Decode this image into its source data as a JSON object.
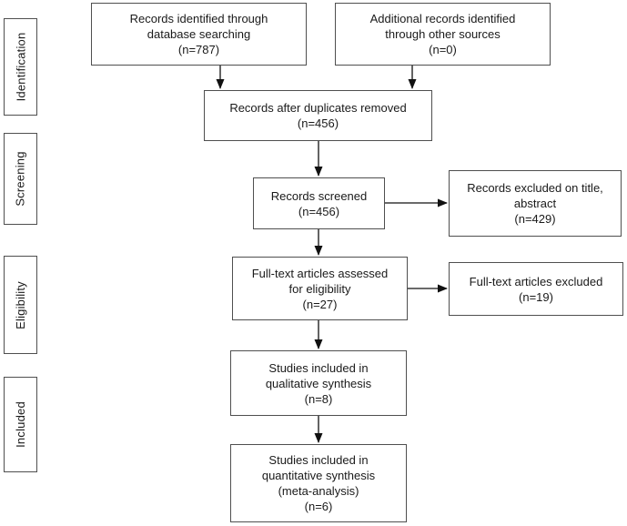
{
  "diagram": {
    "stages": [
      {
        "label": "Identification"
      },
      {
        "label": "Screening"
      },
      {
        "label": "Eligibility"
      },
      {
        "label": "Included"
      }
    ],
    "nodes": {
      "identified": {
        "text": "Records identified through\ndatabase searching\n(n=787)",
        "count": 787
      },
      "additional": {
        "text": "Additional records identified\nthrough other sources\n(n=0)",
        "count": 0
      },
      "deduplicated": {
        "text": "Records after duplicates removed\n(n=456)",
        "count": 456
      },
      "screened": {
        "text": "Records screened\n(n=456)",
        "count": 456
      },
      "excluded_title": {
        "text": "Records excluded on title,\nabstract\n(n=429)",
        "count": 429
      },
      "fulltext_assessed": {
        "text": "Full-text articles assessed\nfor eligibility\n(n=27)",
        "count": 27
      },
      "fulltext_excluded": {
        "text": "Full-text articles excluded\n(n=19)",
        "count": 19
      },
      "qualitative": {
        "text": "Studies included in\nqualitative synthesis\n(n=8)",
        "count": 8
      },
      "quantitative": {
        "text": "Studies included in\nquantitative synthesis\n(meta-analysis)\n(n=6)",
        "count": 6
      }
    },
    "colors": {
      "border": "#4f4f4f",
      "text": "#1a1a1a",
      "arrow": "#111111",
      "background": "#ffffff"
    }
  }
}
